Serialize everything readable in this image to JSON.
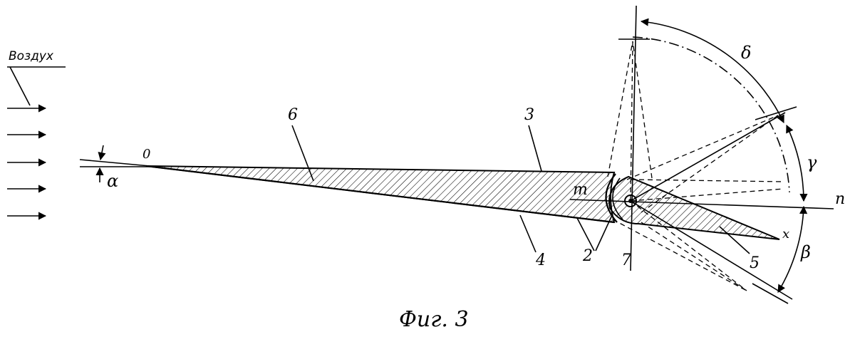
{
  "labels": {
    "air": "Воздух",
    "alpha": "α",
    "origin": "0",
    "six": "6",
    "three": "3",
    "four": "4",
    "two": "2",
    "seven": "7",
    "five": "5",
    "m": "m",
    "n": "n",
    "x": "x",
    "beta": "β",
    "gamma": "γ",
    "delta": "δ"
  },
  "caption": "Фиг. 3",
  "colors": {
    "ink": "#000000",
    "paper": "#ffffff"
  }
}
